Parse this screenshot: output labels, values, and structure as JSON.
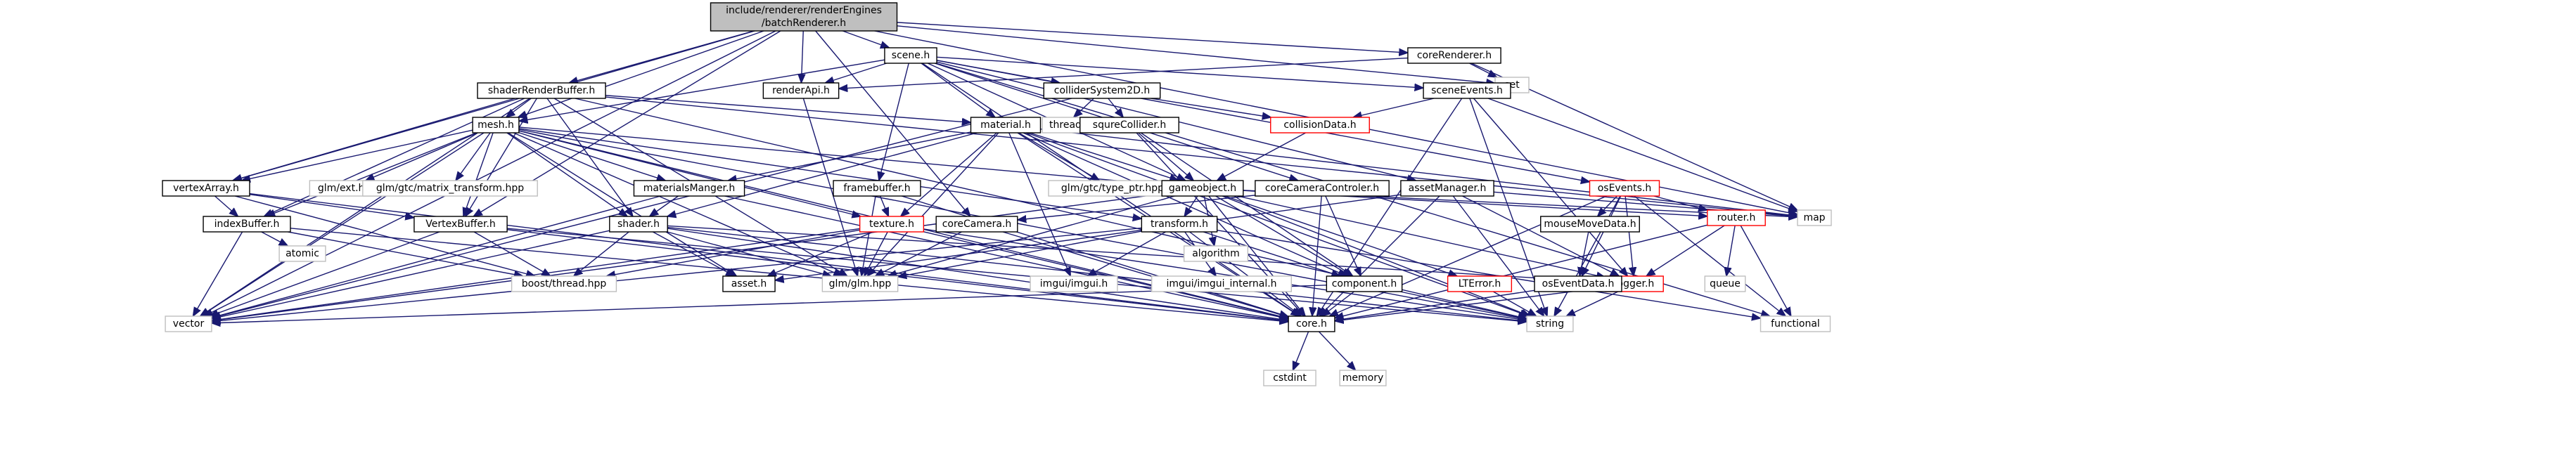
{
  "diagram": {
    "colors": {
      "edge": "#191970",
      "root_fill": "#bfbfbf",
      "node_border": "#000000",
      "missing_doc_border": "#ff0000",
      "system_header_border": "#bfbfbf"
    },
    "nodes": [
      {
        "id": "root",
        "lines": [
          "include/renderer/renderEngines",
          "/batchRenderer.h"
        ],
        "kind": "root"
      },
      {
        "id": "scene",
        "lines": [
          "scene.h"
        ],
        "kind": "std"
      },
      {
        "id": "coreRenderer",
        "lines": [
          "coreRenderer.h"
        ],
        "kind": "std"
      },
      {
        "id": "set",
        "lines": [
          "set"
        ],
        "kind": "sys"
      },
      {
        "id": "renderApi",
        "lines": [
          "renderApi.h"
        ],
        "kind": "std"
      },
      {
        "id": "colliderSystem2D",
        "lines": [
          "colliderSystem2D.h"
        ],
        "kind": "std"
      },
      {
        "id": "sceneEvents",
        "lines": [
          "sceneEvents.h"
        ],
        "kind": "std"
      },
      {
        "id": "shaderRenderBuffer",
        "lines": [
          "shaderRenderBuffer.h"
        ],
        "kind": "std"
      },
      {
        "id": "thread",
        "lines": [
          "thread"
        ],
        "kind": "sys"
      },
      {
        "id": "squreCollider",
        "lines": [
          "squreCollider.h"
        ],
        "kind": "std"
      },
      {
        "id": "collisionData",
        "lines": [
          "collisionData.h"
        ],
        "kind": "red"
      },
      {
        "id": "mesh",
        "lines": [
          "mesh.h"
        ],
        "kind": "std"
      },
      {
        "id": "material",
        "lines": [
          "material.h"
        ],
        "kind": "std"
      },
      {
        "id": "assetManager",
        "lines": [
          "assetManager.h"
        ],
        "kind": "std"
      },
      {
        "id": "osEvents",
        "lines": [
          "osEvents.h"
        ],
        "kind": "red"
      },
      {
        "id": "vertexArray",
        "lines": [
          "vertexArray.h"
        ],
        "kind": "std"
      },
      {
        "id": "glmExt",
        "lines": [
          "glm/ext.hpp"
        ],
        "kind": "sys"
      },
      {
        "id": "glmMatrix",
        "lines": [
          "glm/gtc/matrix_transform.hpp"
        ],
        "kind": "sys"
      },
      {
        "id": "materialsManger",
        "lines": [
          "materialsManger.h"
        ],
        "kind": "std"
      },
      {
        "id": "framebuffer",
        "lines": [
          "framebuffer.h"
        ],
        "kind": "std"
      },
      {
        "id": "glmTypePtr",
        "lines": [
          "glm/gtc/type_ptr.hpp"
        ],
        "kind": "sys"
      },
      {
        "id": "coreCameraController",
        "lines": [
          "coreCameraControler.h"
        ],
        "kind": "std"
      },
      {
        "id": "gameobject",
        "lines": [
          "gameobject.h"
        ],
        "kind": "std"
      },
      {
        "id": "router",
        "lines": [
          "router.h"
        ],
        "kind": "red"
      },
      {
        "id": "map",
        "lines": [
          "map"
        ],
        "kind": "sys"
      },
      {
        "id": "indexBuffer",
        "lines": [
          "indexBuffer.h"
        ],
        "kind": "std"
      },
      {
        "id": "vertexBuffer",
        "lines": [
          "VertexBuffer.h"
        ],
        "kind": "std"
      },
      {
        "id": "shader",
        "lines": [
          "shader.h"
        ],
        "kind": "std"
      },
      {
        "id": "texture",
        "lines": [
          "texture.h"
        ],
        "kind": "red"
      },
      {
        "id": "coreCamera",
        "lines": [
          "coreCamera.h"
        ],
        "kind": "std"
      },
      {
        "id": "transform",
        "lines": [
          "transform.h"
        ],
        "kind": "std"
      },
      {
        "id": "algorithm",
        "lines": [
          "algorithm"
        ],
        "kind": "sys"
      },
      {
        "id": "mouseMoveData",
        "lines": [
          "mouseMoveData.h"
        ],
        "kind": "std"
      },
      {
        "id": "atomic",
        "lines": [
          "atomic"
        ],
        "kind": "sys"
      },
      {
        "id": "boostThread",
        "lines": [
          "boost/thread.hpp"
        ],
        "kind": "sys"
      },
      {
        "id": "asset",
        "lines": [
          "asset.h"
        ],
        "kind": "std"
      },
      {
        "id": "glmGlm",
        "lines": [
          "glm/glm.hpp"
        ],
        "kind": "sys"
      },
      {
        "id": "imgui",
        "lines": [
          "imgui/imgui.h"
        ],
        "kind": "sys"
      },
      {
        "id": "imguiInternal",
        "lines": [
          "imgui/imgui_internal.h"
        ],
        "kind": "sys"
      },
      {
        "id": "component",
        "lines": [
          "component.h"
        ],
        "kind": "std"
      },
      {
        "id": "ltError",
        "lines": [
          "LTError.h"
        ],
        "kind": "red"
      },
      {
        "id": "logger",
        "lines": [
          "logger.h"
        ],
        "kind": "red"
      },
      {
        "id": "osEventData",
        "lines": [
          "osEventData.h"
        ],
        "kind": "std"
      },
      {
        "id": "queue",
        "lines": [
          "queue"
        ],
        "kind": "sys"
      },
      {
        "id": "vector",
        "lines": [
          "vector"
        ],
        "kind": "sys"
      },
      {
        "id": "core",
        "lines": [
          "core.h"
        ],
        "kind": "std"
      },
      {
        "id": "string",
        "lines": [
          "string"
        ],
        "kind": "sys"
      },
      {
        "id": "functional",
        "lines": [
          "functional"
        ],
        "kind": "sys"
      },
      {
        "id": "cstdint",
        "lines": [
          "cstdint"
        ],
        "kind": "sys"
      },
      {
        "id": "memory",
        "lines": [
          "memory"
        ],
        "kind": "sys"
      }
    ],
    "edges": [
      [
        "root",
        "scene"
      ],
      [
        "root",
        "coreRenderer"
      ],
      [
        "root",
        "set"
      ],
      [
        "root",
        "renderApi"
      ],
      [
        "root",
        "shaderRenderBuffer"
      ],
      [
        "root",
        "mesh"
      ],
      [
        "root",
        "vertexArray"
      ],
      [
        "root",
        "vertexBuffer"
      ],
      [
        "root",
        "coreCamera"
      ],
      [
        "root",
        "map"
      ],
      [
        "root",
        "vector"
      ],
      [
        "scene",
        "renderApi"
      ],
      [
        "scene",
        "colliderSystem2D"
      ],
      [
        "scene",
        "sceneEvents"
      ],
      [
        "scene",
        "material"
      ],
      [
        "scene",
        "framebuffer"
      ],
      [
        "scene",
        "coreCameraController"
      ],
      [
        "scene",
        "gameobject"
      ],
      [
        "scene",
        "assetManager"
      ],
      [
        "scene",
        "osEvents"
      ],
      [
        "scene",
        "mesh"
      ],
      [
        "scene",
        "core"
      ],
      [
        "scene",
        "functional"
      ],
      [
        "coreRenderer",
        "set"
      ],
      [
        "coreRenderer",
        "map"
      ],
      [
        "coreRenderer",
        "renderApi"
      ],
      [
        "renderApi",
        "glmGlm"
      ],
      [
        "colliderSystem2D",
        "thread"
      ],
      [
        "colliderSystem2D",
        "squreCollider"
      ],
      [
        "colliderSystem2D",
        "collisionData"
      ],
      [
        "colliderSystem2D",
        "vector"
      ],
      [
        "sceneEvents",
        "collisionData"
      ],
      [
        "sceneEvents",
        "map"
      ],
      [
        "sceneEvents",
        "core"
      ],
      [
        "sceneEvents",
        "logger"
      ],
      [
        "sceneEvents",
        "string"
      ],
      [
        "shaderRenderBuffer",
        "mesh"
      ],
      [
        "shaderRenderBuffer",
        "material"
      ],
      [
        "shaderRenderBuffer",
        "vertexArray"
      ],
      [
        "shaderRenderBuffer",
        "indexBuffer"
      ],
      [
        "shaderRenderBuffer",
        "vertexBuffer"
      ],
      [
        "shaderRenderBuffer",
        "shader"
      ],
      [
        "shaderRenderBuffer",
        "glmGlm"
      ],
      [
        "shaderRenderBuffer",
        "map"
      ],
      [
        "shaderRenderBuffer",
        "vector"
      ],
      [
        "shaderRenderBuffer",
        "string"
      ],
      [
        "squreCollider",
        "gameobject"
      ],
      [
        "squreCollider",
        "component"
      ],
      [
        "squreCollider",
        "core"
      ],
      [
        "collisionData",
        "gameobject"
      ],
      [
        "mesh",
        "vertexArray"
      ],
      [
        "mesh",
        "glmExt"
      ],
      [
        "mesh",
        "glmMatrix"
      ],
      [
        "mesh",
        "materialsManger"
      ],
      [
        "mesh",
        "indexBuffer"
      ],
      [
        "mesh",
        "vertexBuffer"
      ],
      [
        "mesh",
        "shader"
      ],
      [
        "mesh",
        "texture"
      ],
      [
        "mesh",
        "gameobject"
      ],
      [
        "mesh",
        "transform"
      ],
      [
        "mesh",
        "asset"
      ],
      [
        "mesh",
        "glmGlm"
      ],
      [
        "mesh",
        "vector"
      ],
      [
        "mesh",
        "core"
      ],
      [
        "mesh",
        "string"
      ],
      [
        "material",
        "materialsManger"
      ],
      [
        "material",
        "glmTypePtr"
      ],
      [
        "material",
        "shader"
      ],
      [
        "material",
        "texture"
      ],
      [
        "material",
        "gameobject"
      ],
      [
        "material",
        "imgui"
      ],
      [
        "material",
        "component"
      ],
      [
        "material",
        "glmGlm"
      ],
      [
        "material",
        "core"
      ],
      [
        "material",
        "map"
      ],
      [
        "material",
        "string"
      ],
      [
        "assetManager",
        "asset"
      ],
      [
        "assetManager",
        "core"
      ],
      [
        "assetManager",
        "logger"
      ],
      [
        "assetManager",
        "string"
      ],
      [
        "assetManager",
        "map"
      ],
      [
        "osEvents",
        "mouseMoveData"
      ],
      [
        "osEvents",
        "router"
      ],
      [
        "osEvents",
        "osEventData"
      ],
      [
        "osEvents",
        "logger"
      ],
      [
        "osEvents",
        "functional"
      ],
      [
        "osEvents",
        "string"
      ],
      [
        "osEvents",
        "core"
      ],
      [
        "vertexArray",
        "vertexBuffer"
      ],
      [
        "vertexArray",
        "indexBuffer"
      ],
      [
        "vertexArray",
        "boostThread"
      ],
      [
        "vertexArray",
        "core"
      ],
      [
        "materialsManger",
        "shader"
      ],
      [
        "materialsManger",
        "vector"
      ],
      [
        "materialsManger",
        "core"
      ],
      [
        "framebuffer",
        "texture"
      ],
      [
        "framebuffer",
        "glmGlm"
      ],
      [
        "framebuffer",
        "core"
      ],
      [
        "coreCameraController",
        "coreCamera"
      ],
      [
        "coreCameraController",
        "component"
      ],
      [
        "coreCameraController",
        "core"
      ],
      [
        "gameobject",
        "transform"
      ],
      [
        "gameobject",
        "component"
      ],
      [
        "gameobject",
        "algorithm"
      ],
      [
        "gameobject",
        "ltError"
      ],
      [
        "gameobject",
        "logger"
      ],
      [
        "gameobject",
        "router"
      ],
      [
        "gameobject",
        "map"
      ],
      [
        "gameobject",
        "vector"
      ],
      [
        "gameobject",
        "string"
      ],
      [
        "gameobject",
        "glmGlm"
      ],
      [
        "gameobject",
        "core"
      ],
      [
        "router",
        "logger"
      ],
      [
        "router",
        "queue"
      ],
      [
        "router",
        "functional"
      ],
      [
        "router",
        "core"
      ],
      [
        "indexBuffer",
        "atomic"
      ],
      [
        "indexBuffer",
        "boostThread"
      ],
      [
        "indexBuffer",
        "vector"
      ],
      [
        "indexBuffer",
        "core"
      ],
      [
        "vertexBuffer",
        "boostThread"
      ],
      [
        "vertexBuffer",
        "vector"
      ],
      [
        "vertexBuffer",
        "core"
      ],
      [
        "vertexBuffer",
        "string"
      ],
      [
        "shader",
        "boostThread"
      ],
      [
        "shader",
        "asset"
      ],
      [
        "shader",
        "glmGlm"
      ],
      [
        "shader",
        "logger"
      ],
      [
        "shader",
        "vector"
      ],
      [
        "shader",
        "core"
      ],
      [
        "shader",
        "string"
      ],
      [
        "texture",
        "asset"
      ],
      [
        "texture",
        "glmGlm"
      ],
      [
        "texture",
        "boostThread"
      ],
      [
        "texture",
        "vector"
      ],
      [
        "texture",
        "string"
      ],
      [
        "texture",
        "core"
      ],
      [
        "coreCamera",
        "glmGlm"
      ],
      [
        "coreCamera",
        "core"
      ],
      [
        "transform",
        "glmGlm"
      ],
      [
        "transform",
        "imgui"
      ],
      [
        "transform",
        "imguiInternal"
      ],
      [
        "transform",
        "component"
      ],
      [
        "transform",
        "core"
      ],
      [
        "transform",
        "vector"
      ],
      [
        "transform",
        "functional"
      ],
      [
        "mouseMoveData",
        "osEventData"
      ],
      [
        "ltError",
        "string"
      ],
      [
        "logger",
        "string"
      ],
      [
        "logger",
        "core"
      ],
      [
        "osEventData",
        "core"
      ],
      [
        "component",
        "core"
      ],
      [
        "component",
        "string"
      ],
      [
        "component",
        "vector"
      ],
      [
        "core",
        "cstdint"
      ],
      [
        "core",
        "memory"
      ]
    ]
  }
}
